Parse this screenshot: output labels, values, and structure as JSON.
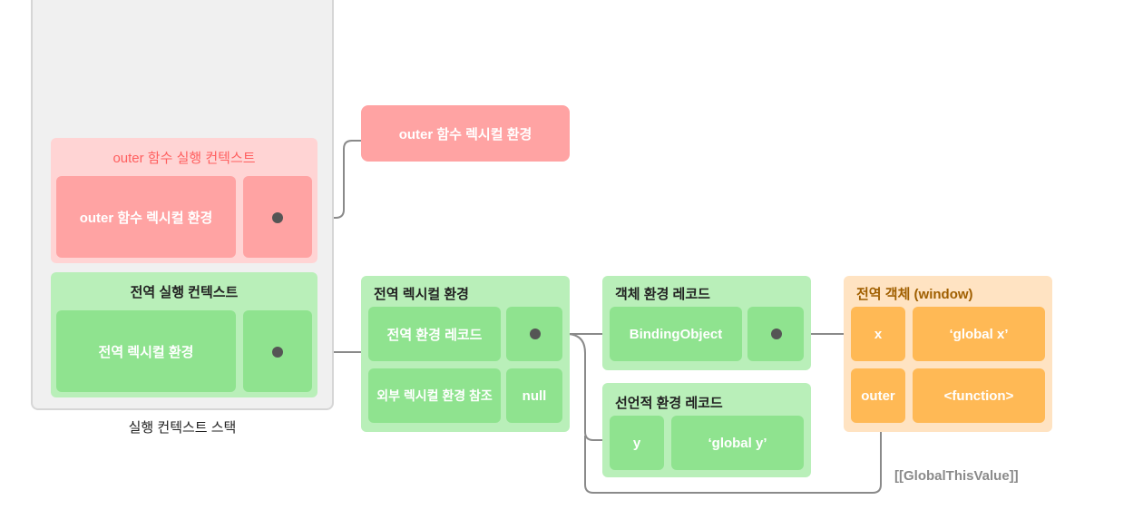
{
  "stack": {
    "caption": "실행 컨텍스트 스택"
  },
  "outer_context": {
    "title": "outer 함수 실행 컨텍스트",
    "lexical_env_cell": "outer 함수 렉시컬 환경"
  },
  "global_context": {
    "title": "전역 실행 컨텍스트",
    "lexical_env_cell": "전역 렉시컬 환경"
  },
  "outer_lexical_env": {
    "title": "outer 함수 렉시컬 환경"
  },
  "global_lexical_env": {
    "title": "전역 렉시컬 환경",
    "env_record_label": "전역 환경 레코드",
    "outer_ref_label": "외부 렉시컬 환경 참조",
    "outer_ref_value": "null"
  },
  "object_env_record": {
    "title": "객체 환경 레코드",
    "binding_label": "BindingObject"
  },
  "declarative_env_record": {
    "title": "선언적 환경 레코드",
    "name": "y",
    "value": "‘global y’"
  },
  "global_object": {
    "title": "전역 객체 (window)",
    "rows": [
      {
        "name": "x",
        "value": "‘global x’"
      },
      {
        "name": "outer",
        "value": "<function>"
      }
    ]
  },
  "global_this_label": "[[GlobalThisValue]]",
  "colors": {
    "red_panel": "#ffd4d4",
    "red_cell": "#ffa3a3",
    "red_text": "#ff5f5f",
    "green_panel": "#b9efb9",
    "green_cell": "#8fe38f",
    "orange_panel": "#ffe3c2",
    "orange_cell": "#ffb955",
    "orange_text": "#a05f00",
    "wire": "#8a8a8a"
  }
}
